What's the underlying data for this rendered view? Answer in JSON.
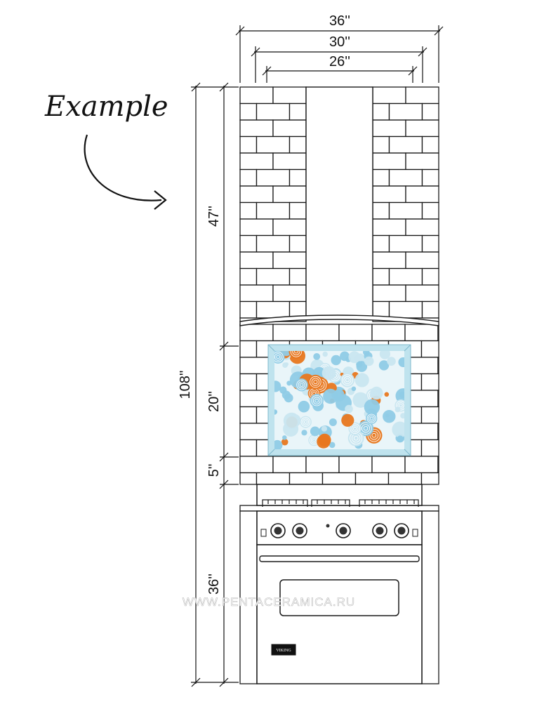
{
  "annotation": {
    "label": "Example"
  },
  "dimensions": {
    "width_hood": "36''",
    "width_range": "30''",
    "width_panel": "26''",
    "height_total": "108''",
    "height_upper": "47''",
    "height_mural": "20''",
    "height_gap": "5''",
    "height_counter": "36''"
  },
  "watermark": {
    "text": "WWW.PENTACERAMICA.RU"
  },
  "range_badge": {
    "text": "VIKING"
  },
  "colors": {
    "line": "#1a1a1a",
    "tile_frame": "#bfe3ee",
    "bubble_blue": "#8fcbe6",
    "bubble_light": "#c9e6f0",
    "bubble_orange": "#e8771f"
  }
}
